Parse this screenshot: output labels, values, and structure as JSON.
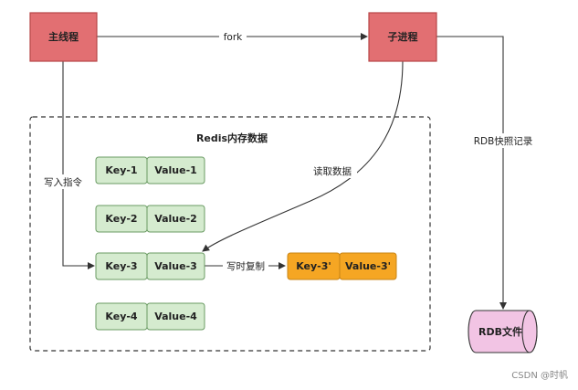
{
  "nodes": {
    "main_thread": {
      "label": "主线程",
      "fill": "#e26f72",
      "stroke": "#b84548"
    },
    "child_process": {
      "label": "子进程",
      "fill": "#e26f72",
      "stroke": "#b84548"
    },
    "rdb_file": {
      "label": "RDB文件",
      "fill": "#f2c4e4",
      "stroke": "#333333"
    }
  },
  "redis_memory": {
    "title": "Redis内存数据",
    "pairs": [
      {
        "key": "Key-1",
        "value": "Value-1"
      },
      {
        "key": "Key-2",
        "value": "Value-2"
      },
      {
        "key": "Key-3",
        "value": "Value-3"
      },
      {
        "key": "Key-4",
        "value": "Value-4"
      }
    ],
    "pair_fill": "#d5ebcf",
    "pair_stroke": "#6a9b63"
  },
  "copy_pair": {
    "key": "Key-3'",
    "value": "Value-3'",
    "fill": "#f5a623",
    "stroke": "#c88416"
  },
  "edges": {
    "fork": "fork",
    "write": "写入指令",
    "read": "读取数据",
    "cow": "写时复制",
    "rdb": "RDB快照记录"
  },
  "watermark": "CSDN @时帆"
}
